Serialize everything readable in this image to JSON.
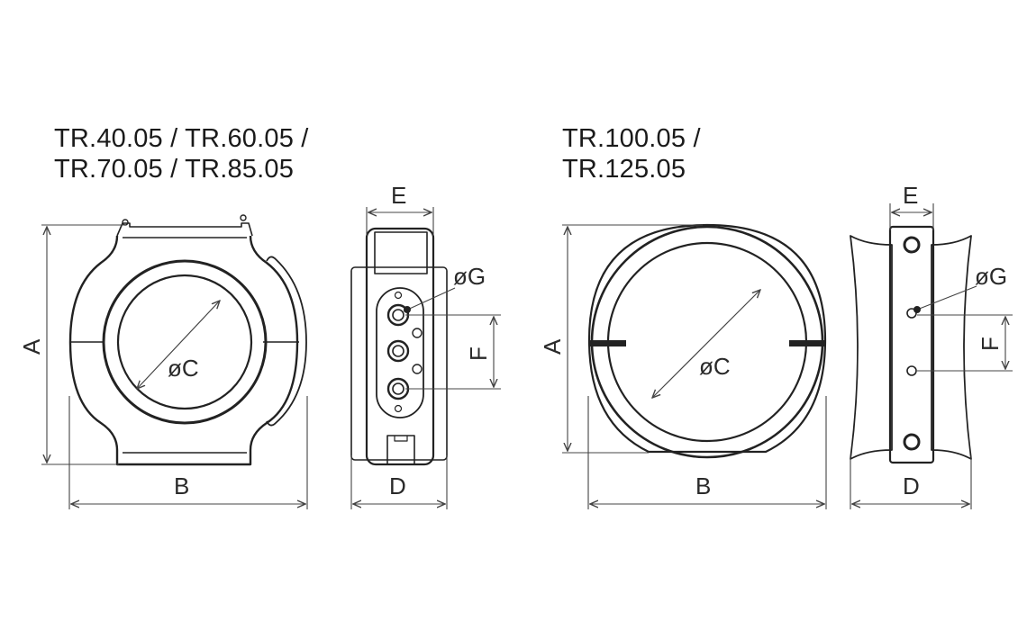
{
  "models": {
    "small": {
      "line1": "TR.40.05 / TR.60.05 /",
      "line2": "TR.70.05 / TR.85.05"
    },
    "large": {
      "line1": "TR.100.05 /",
      "line2": "TR.125.05"
    }
  },
  "dimension_labels": {
    "A": "A",
    "B": "B",
    "C": "øC",
    "D": "D",
    "E": "E",
    "F": "F",
    "G": "øG"
  },
  "colors": {
    "line": "#222222",
    "dimension": "#444444",
    "background": "#ffffff"
  }
}
